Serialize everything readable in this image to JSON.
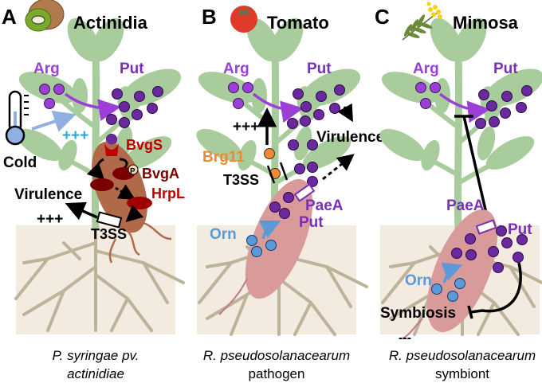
{
  "panels": [
    {
      "letter": "A",
      "host": "Actinidia",
      "host_icon": "kiwi-icon",
      "caption_line1": "P. syringae pv.",
      "caption_line2": "actinidiae",
      "labels": {
        "arg": "Arg",
        "put": "Put",
        "cold": "Cold",
        "cold_effect": "+++",
        "bvgs": "BvgS",
        "bvga": "BvgA",
        "phospho": "P",
        "hrpl": "HrpL",
        "virulence": "Virulence",
        "virulence_effect": "+++",
        "t3ss": "T3SS"
      }
    },
    {
      "letter": "B",
      "host": "Tomato",
      "host_icon": "tomato-icon",
      "caption_line1": "R. pseudosolanacearum",
      "caption_line2": "pathogen",
      "labels": {
        "arg": "Arg",
        "put": "Put",
        "plus": "+++",
        "brg11": "Brg11",
        "t3ss": "T3SS",
        "virulence": "Virulence",
        "paea": "PaeA",
        "put_bacterium": "Put",
        "orn": "Orn"
      }
    },
    {
      "letter": "C",
      "host": "Mimosa",
      "host_icon": "mimosa-icon",
      "caption_line1": "R. pseudosolanacearum",
      "caption_line2": "symbiont",
      "labels": {
        "arg": "Arg",
        "put": "Put",
        "paea": "PaeA",
        "put_bacterium": "Put",
        "orn": "Orn",
        "symbiosis": "Symbiosis",
        "symbiosis_effect": "---"
      }
    }
  ],
  "colors": {
    "arg_purple": "#9b3fd6",
    "put_purple": "#6a2a9e",
    "plant_green": "#a8cc9c",
    "soil": "#f3ebdf",
    "root": "#bdb39a",
    "pathogen_brown": "#b06a4a",
    "ralstonia_pink": "#d99a9a",
    "bvg_red": "#c00000",
    "bvg_dark": "#7a0000",
    "brg11_orange": "#f08a30",
    "orn_blue": "#5a9ad8",
    "cold_blue": "#2aa8e0"
  }
}
